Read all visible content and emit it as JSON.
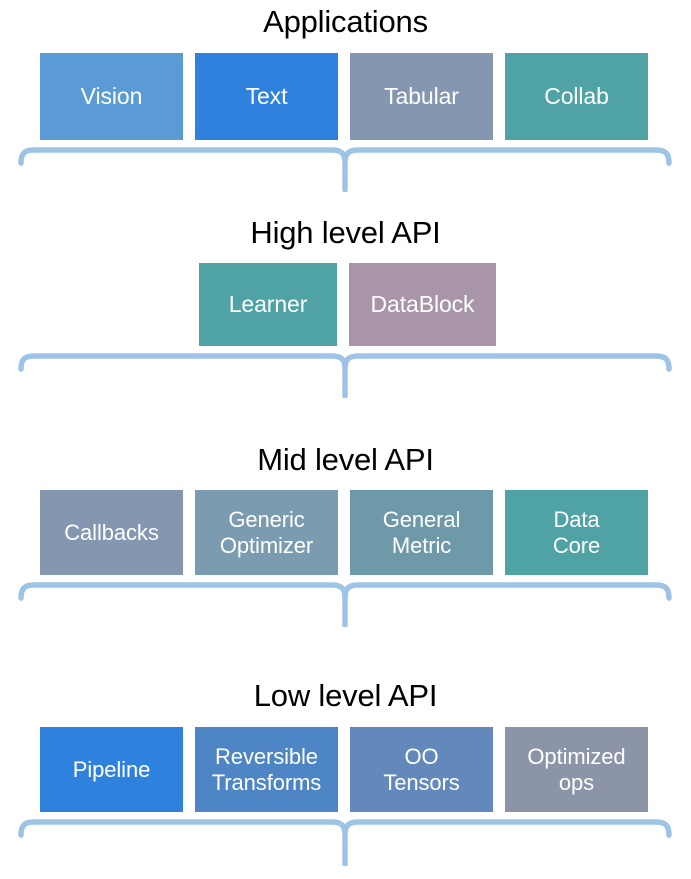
{
  "diagram": {
    "title_color": "#000000",
    "brace_color": "#9DC3E6",
    "background": "#FFFFFF",
    "box_text_color": "#FFFFFF",
    "sections": [
      {
        "title": "Applications",
        "boxes": [
          {
            "label": "Vision",
            "color": "#5B9BD5"
          },
          {
            "label": "Text",
            "color": "#2E82DE"
          },
          {
            "label": "Tabular",
            "color": "#8496B0"
          },
          {
            "label": "Collab",
            "color": "#4FA3A5"
          }
        ]
      },
      {
        "title": "High level API",
        "boxes": [
          {
            "label": "Learner",
            "color": "#4FA3A5"
          },
          {
            "label": "DataBlock",
            "color": "#A995A8"
          }
        ]
      },
      {
        "title": "Mid level API",
        "boxes": [
          {
            "label": "Callbacks",
            "color": "#8496B0"
          },
          {
            "label": "Generic\nOptimizer",
            "color": "#7B9CB0"
          },
          {
            "label": "General\nMetric",
            "color": "#6D99A8"
          },
          {
            "label": "Data\nCore",
            "color": "#4FA3A5"
          }
        ]
      },
      {
        "title": "Low level API",
        "boxes": [
          {
            "label": "Pipeline",
            "color": "#2E82DE"
          },
          {
            "label": "Reversible\nTransforms",
            "color": "#4E85C5"
          },
          {
            "label": "OO\nTensors",
            "color": "#6388BC"
          },
          {
            "label": "Optimized\nops",
            "color": "#8C95A8"
          }
        ]
      }
    ]
  }
}
